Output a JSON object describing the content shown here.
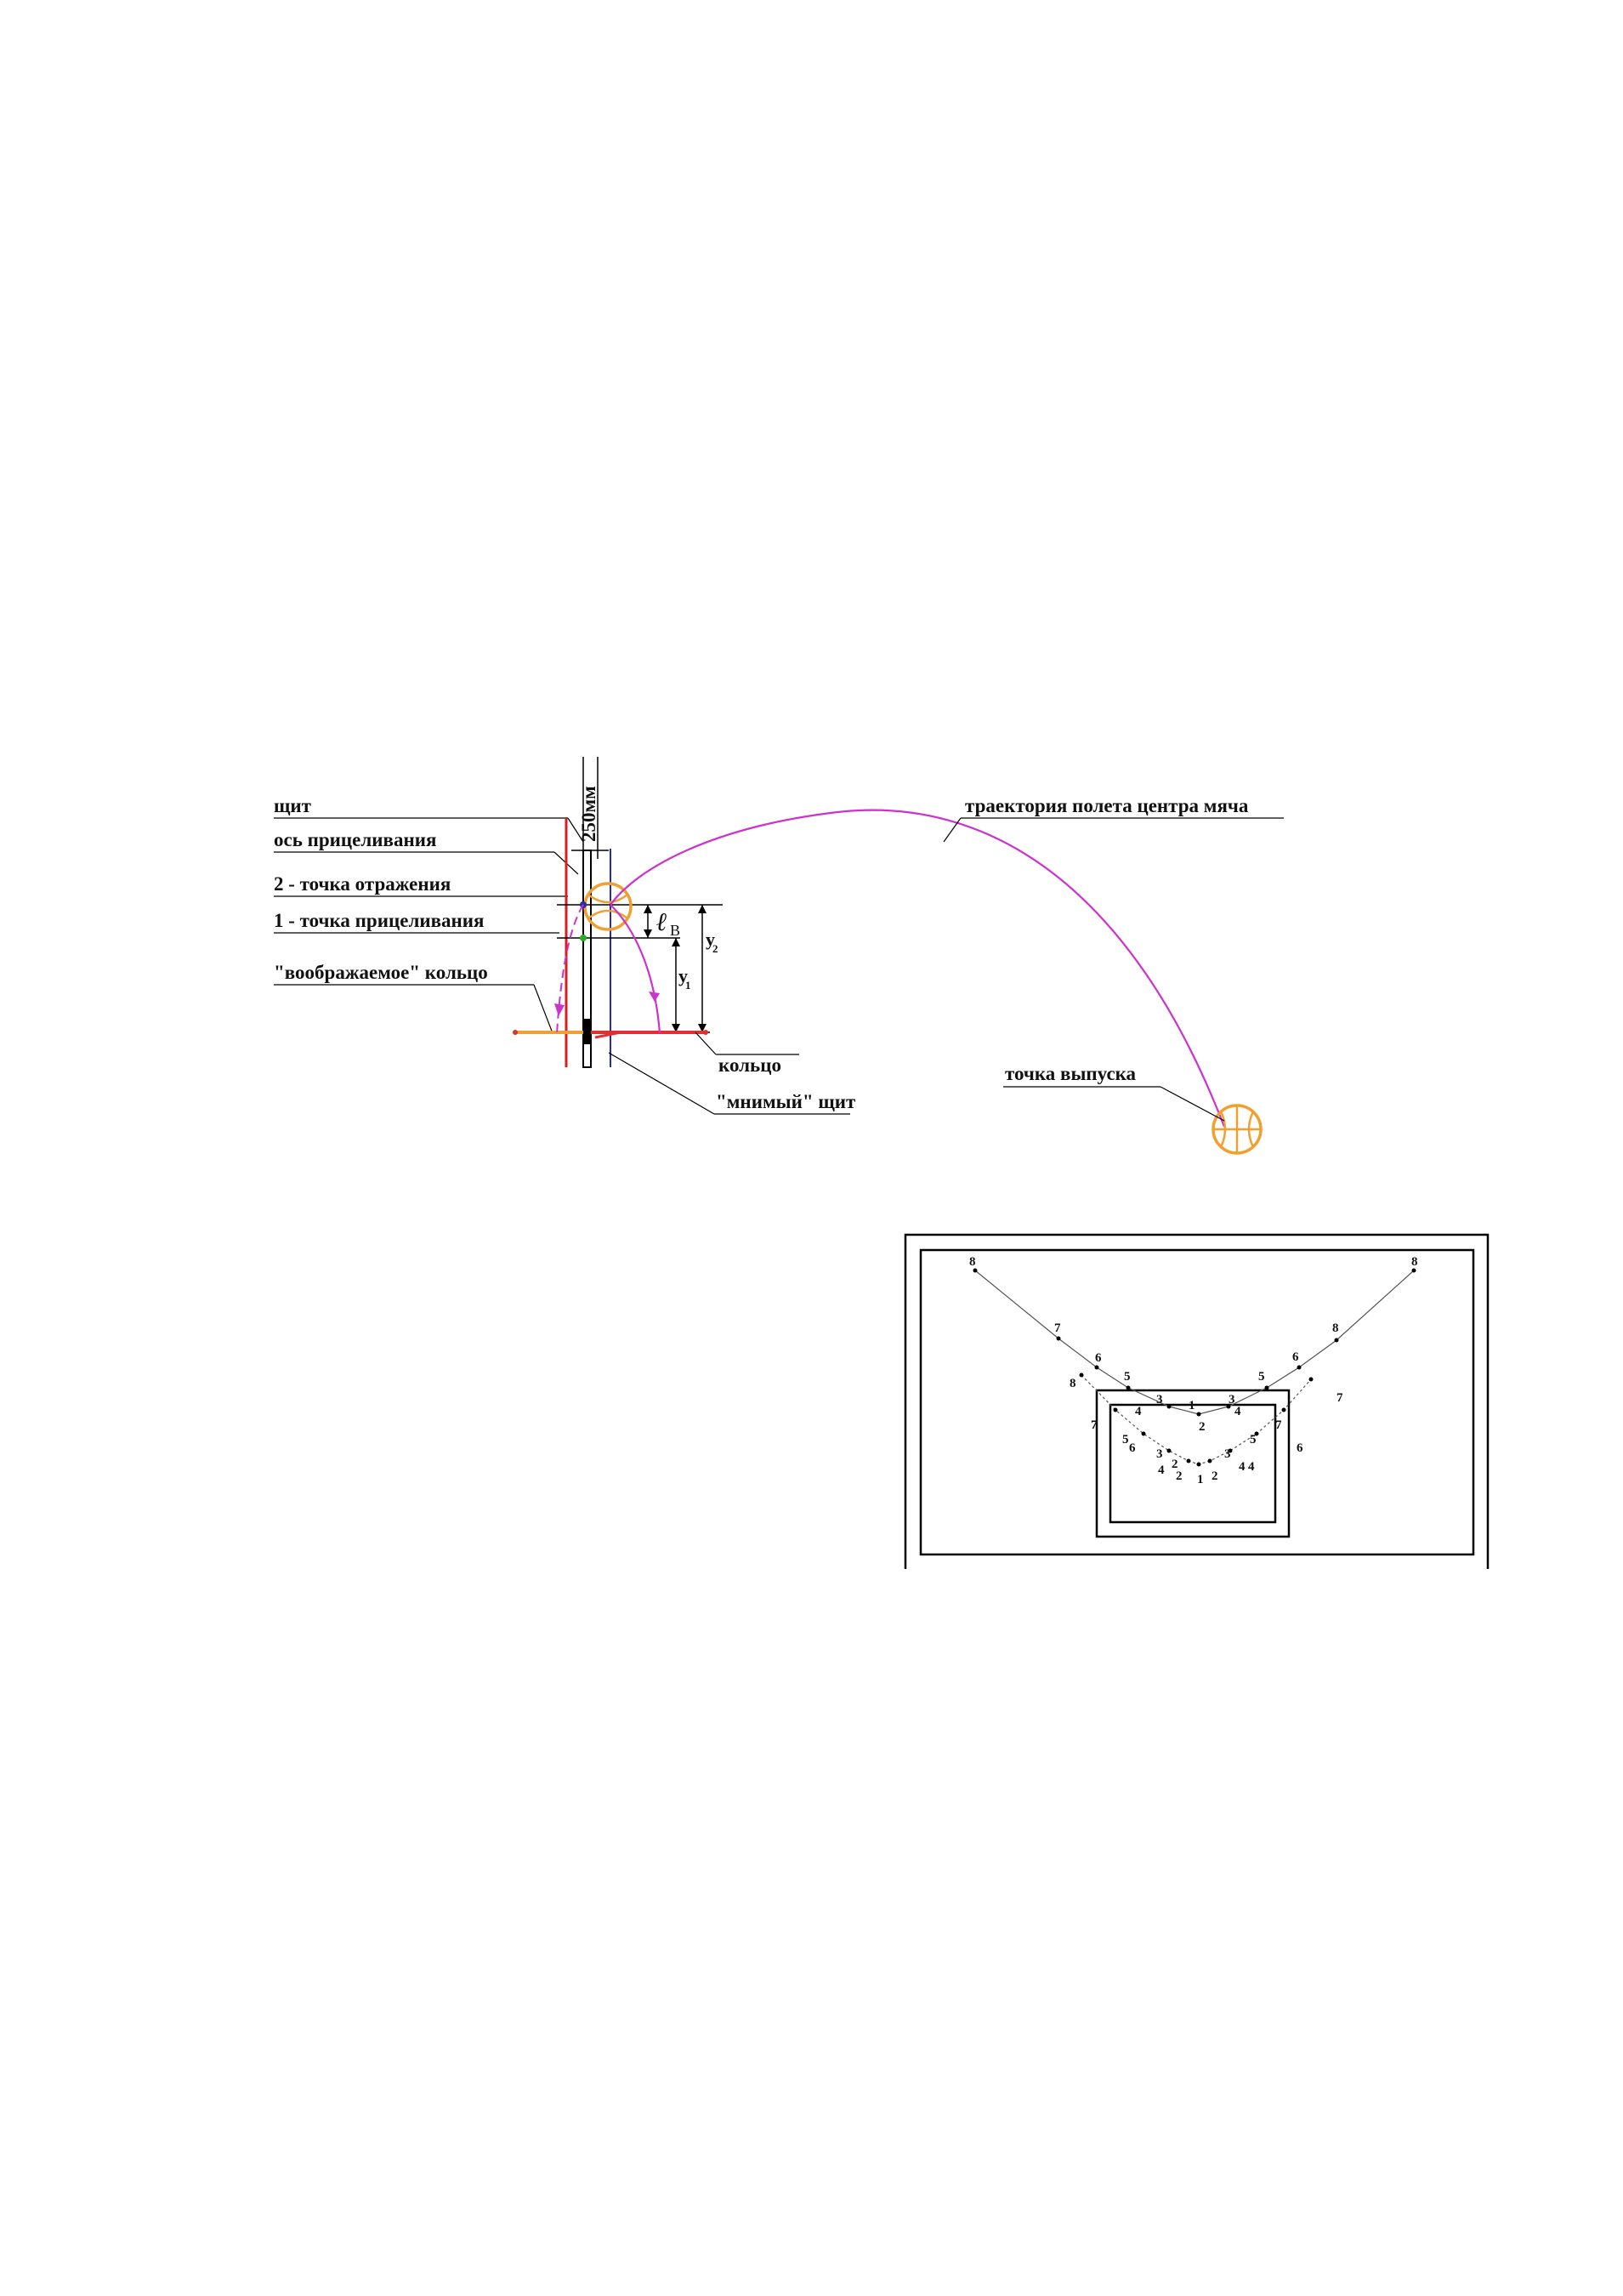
{
  "labels": {
    "shield": "щит",
    "aim_axis": "ось прицеливания",
    "reflection_point": "2 - точка отражения",
    "aim_point": "1 - точка прицеливания",
    "imaginary_ring": "\"воображаемое\" кольцо",
    "ring": "кольцо",
    "virtual_shield": "\"мнимый\" щит",
    "trajectory": "траектория полета центра мяча",
    "release_point": "точка выпуска",
    "dim_250": "250мм",
    "lb": "ℓ",
    "lb_sub": "В",
    "y2": "y",
    "y2_sub": "2",
    "y1": "y",
    "y1_sub": "1"
  },
  "colors": {
    "shield_line": "#d42020",
    "trajectory": "#cc33cc",
    "ball": "#f0a030",
    "aim_line": "#2a2aaa",
    "ring": "#e03030",
    "imaginary_ring": "#f0a030"
  },
  "court": {
    "point_labels": [
      "8",
      "7",
      "6",
      "5",
      "8",
      "4",
      "3",
      "1",
      "2",
      "3",
      "4",
      "5",
      "6",
      "8",
      "5",
      "7",
      "6",
      "7",
      "5",
      "6",
      "3",
      "2",
      "3",
      "4",
      "4",
      "2",
      "1",
      "2",
      "4",
      "8",
      "7"
    ]
  }
}
